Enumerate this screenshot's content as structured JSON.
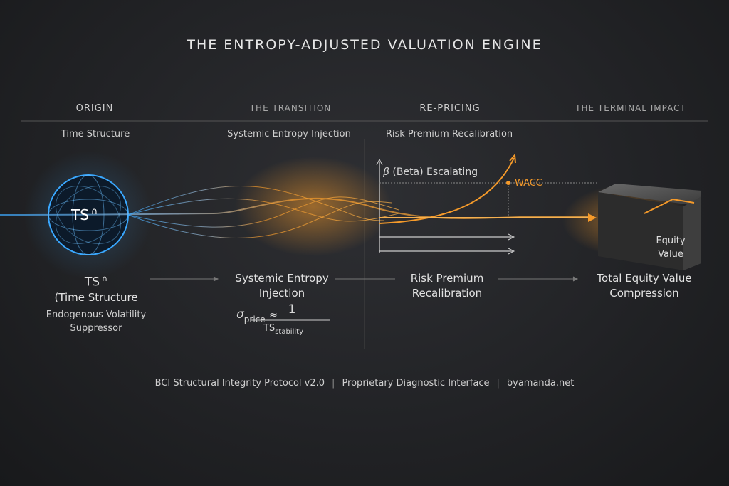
{
  "title": "THE ENTROPY-ADJUSTED VALUATION ENGINE",
  "stages": [
    {
      "header": "ORIGIN",
      "subtitle": "Time Structure"
    },
    {
      "header": "THE TRANSITION",
      "subtitle": "Systemic Entropy Injection"
    },
    {
      "header": "RE-PRICING",
      "subtitle": "Risk Premium Recalibration"
    },
    {
      "header": "THE TERMINAL IMPACT"
    }
  ],
  "origin": {
    "orb_label": "TS",
    "orb_sup": "∩",
    "name": "TS",
    "name_sup": "∩",
    "name_line2": "(Time Structure",
    "desc_line1": "Endogenous Volatility",
    "desc_line2": "Suppressor"
  },
  "transition": {
    "line1": "Systemic Entropy",
    "line2": "Injection",
    "formula": {
      "sigma": "σ",
      "sigma_sub": "price",
      "approx": "≈",
      "numerator": "1",
      "denominator": "TS",
      "denominator_sub": "stability"
    }
  },
  "repricing": {
    "line1": "Risk Premium",
    "line2": "Recalibration",
    "beta_symbol": "β",
    "beta_label": "(Beta) Escalating",
    "wacc_label": "WACC"
  },
  "terminal": {
    "line1": "Total Equity Value",
    "line2": "Compression",
    "cube_line1": "Equity",
    "cube_line2": "Value"
  },
  "footer": {
    "item1": "BCI Structural Integrity Protocol v2.0",
    "item2": "Proprietary Diagnostic Interface",
    "item3": "byamanda.net"
  },
  "colors": {
    "orange": "#f59a2a",
    "blue": "#3aa8ff"
  }
}
